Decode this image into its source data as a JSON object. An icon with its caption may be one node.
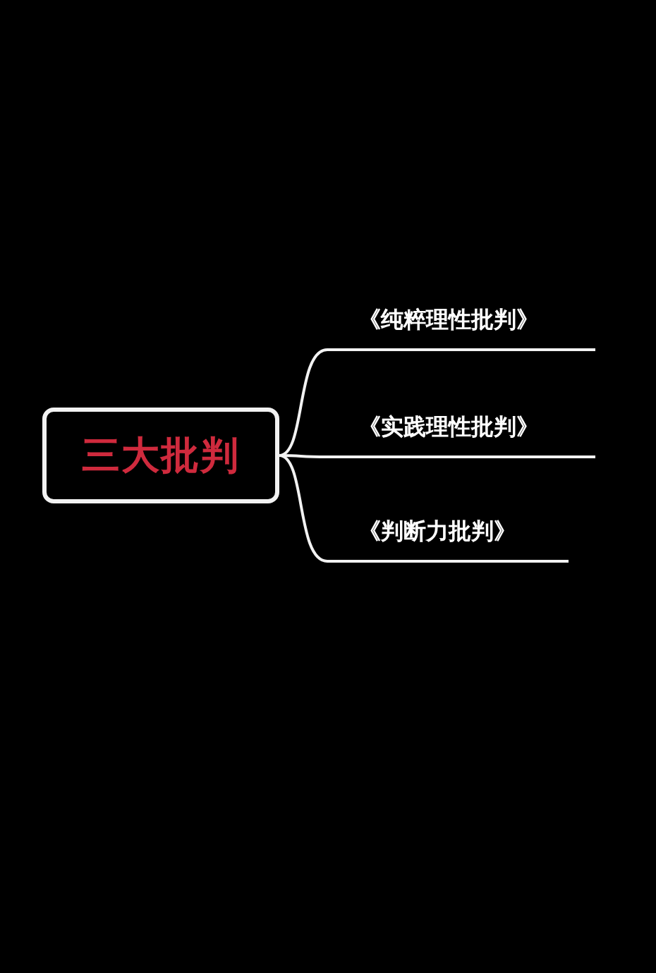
{
  "diagram": {
    "nodes": [
      {
        "text": [
          "三大批判"
        ]
      },
      {
        "text": [
          "《纯粹理性批判》"
        ]
      },
      {
        "text": [
          "《实践理性批判》"
        ]
      },
      {
        "text": [
          "《判断力批判》"
        ]
      }
    ],
    "edges": [
      {
        "from": 0,
        "to": 1,
        "arrow": "none"
      },
      {
        "from": 0,
        "to": 2,
        "arrow": "none"
      },
      {
        "from": 0,
        "to": 3,
        "arrow": "none"
      }
    ]
  }
}
